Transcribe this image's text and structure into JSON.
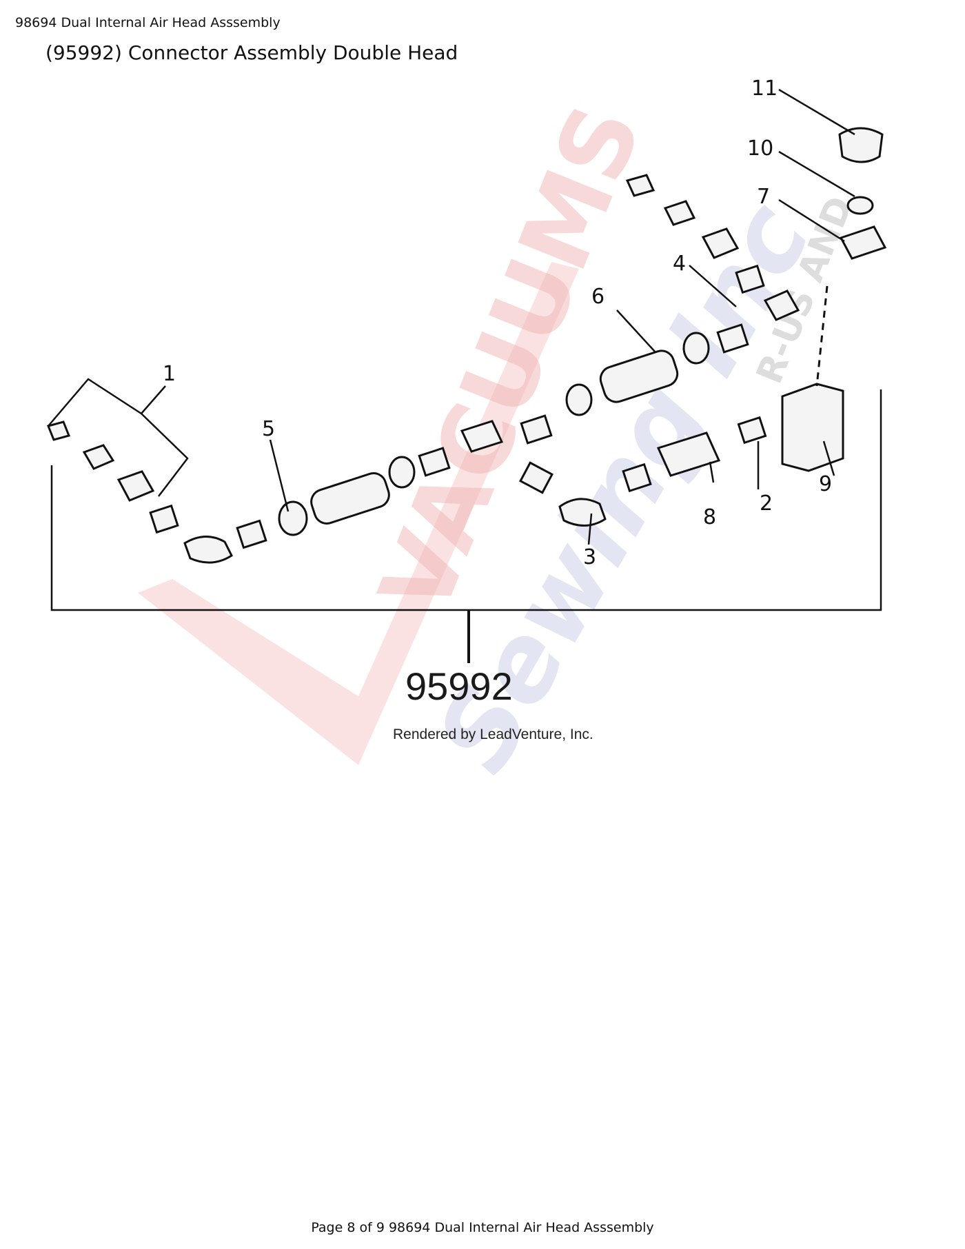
{
  "header": {
    "document_title": "98694 Dual Internal Air Head Asssembly",
    "section_title": "(95992) Connector Assembly Double Head"
  },
  "diagram": {
    "callouts": [
      "1",
      "2",
      "3",
      "4",
      "5",
      "6",
      "7",
      "8",
      "9",
      "10",
      "11"
    ],
    "assembly_number": "95992",
    "credit": "Rendered by LeadVenture, Inc.",
    "watermark": {
      "brand_main": "VACUUMS",
      "brand_small": "R-US AND",
      "brand_script": "Sewing Inc"
    }
  },
  "footer": {
    "page_text": "Page 8 of 9 98694 Dual Internal Air Head Asssembly"
  }
}
